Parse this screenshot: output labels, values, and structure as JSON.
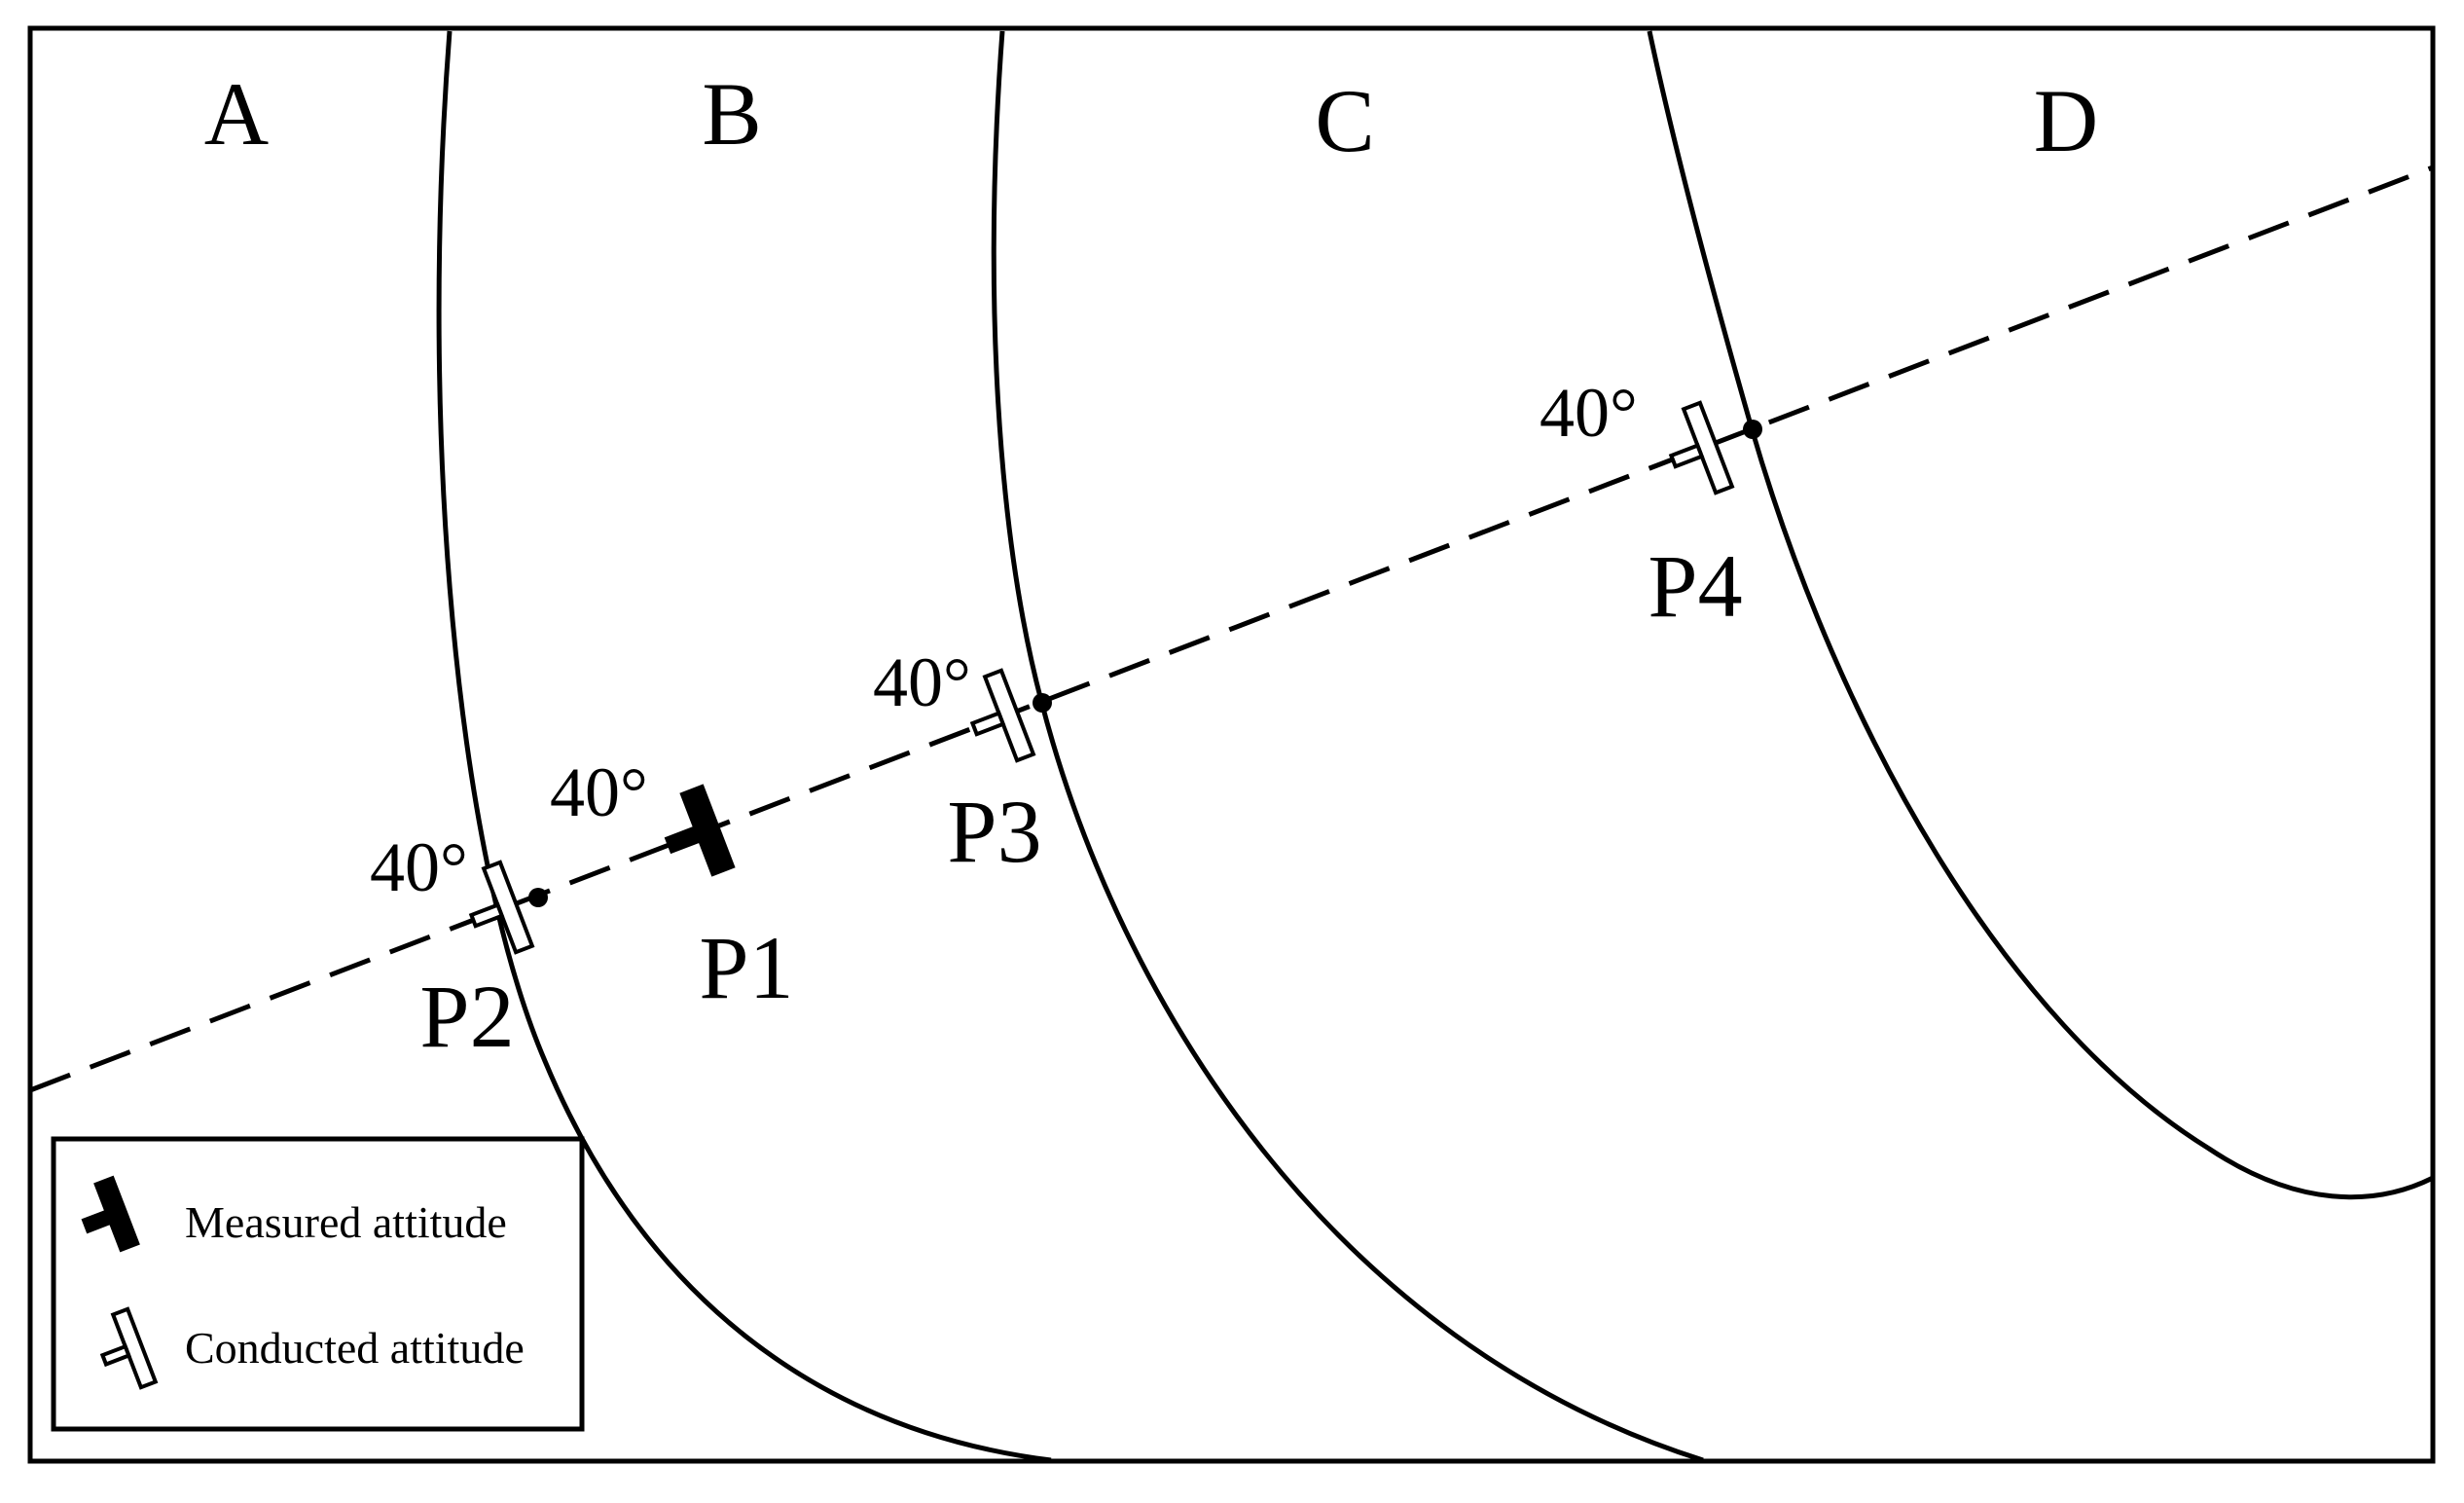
{
  "zones": [
    {
      "id": "A",
      "label": "A"
    },
    {
      "id": "B",
      "label": "B"
    },
    {
      "id": "C",
      "label": "C"
    },
    {
      "id": "D",
      "label": "D"
    }
  ],
  "points": [
    {
      "id": "P1",
      "label": "P1",
      "angle": "40°",
      "kind": "measured"
    },
    {
      "id": "P2",
      "label": "P2",
      "angle": "40°",
      "kind": "conducted"
    },
    {
      "id": "P3",
      "label": "P3",
      "angle": "40°",
      "kind": "conducted"
    },
    {
      "id": "P4",
      "label": "P4",
      "angle": "40°",
      "kind": "conducted"
    }
  ],
  "legend": {
    "measured_label": "Measured attitude",
    "conducted_label": "Conducted attitude"
  }
}
